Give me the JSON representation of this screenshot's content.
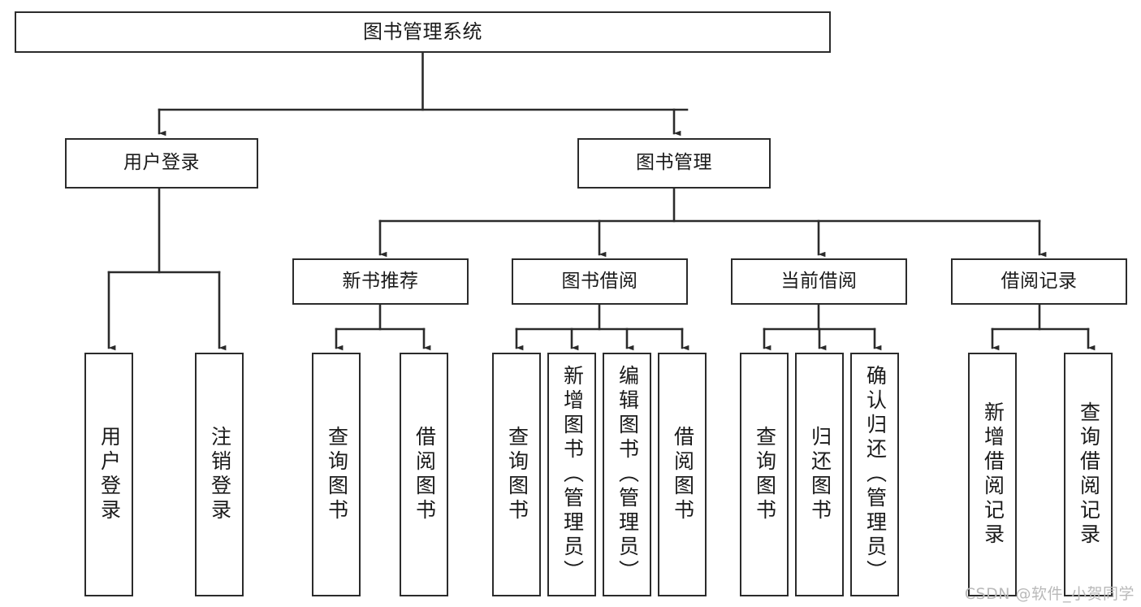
{
  "diagram": {
    "type": "tree",
    "title": "图书管理系统",
    "orientation": "top-down",
    "line_color": "#2b2b2b",
    "box_fill": "#ffffff",
    "text_color": "#1a1a1a",
    "root": {
      "label": "图书管理系统"
    },
    "level2": [
      {
        "label": "用户登录"
      },
      {
        "label": "图书管理"
      }
    ],
    "level3": [
      {
        "label": "新书推荐"
      },
      {
        "label": "图书借阅"
      },
      {
        "label": "当前借阅"
      },
      {
        "label": "借阅记录"
      }
    ],
    "leaves": {
      "user_login": [
        {
          "label": "用户登录"
        },
        {
          "label": "注销登录"
        }
      ],
      "new_book": [
        {
          "label": "查询图书"
        },
        {
          "label": "借阅图书"
        }
      ],
      "book_borrow": [
        {
          "label": "查询图书"
        },
        {
          "label": "新增图书（管理员）"
        },
        {
          "label": "编辑图书（管理员）"
        },
        {
          "label": "借阅图书"
        }
      ],
      "current_borrow": [
        {
          "label": "查询图书"
        },
        {
          "label": "归还图书"
        },
        {
          "label": "确认归还（管理员）"
        }
      ],
      "borrow_record": [
        {
          "label": "新增借阅记录"
        },
        {
          "label": "查询借阅记录"
        }
      ]
    }
  },
  "watermark": {
    "text": "CSDN @软件_小贺同学",
    "color": "#b9b9b9"
  }
}
